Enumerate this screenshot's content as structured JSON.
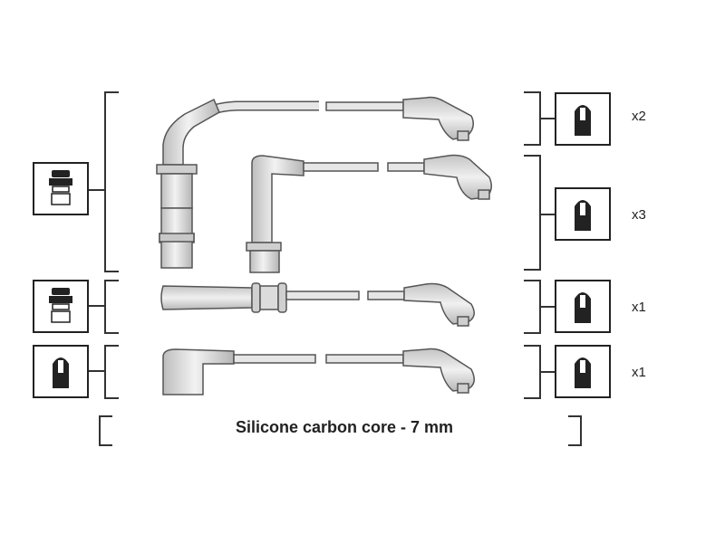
{
  "caption": "Silicone carbon core - 7 mm",
  "rows": [
    {
      "quantity": "x2",
      "terminal_icon": "boot-terminal-icon"
    },
    {
      "quantity": "x3",
      "terminal_icon": "boot-terminal-icon"
    },
    {
      "quantity": "x1",
      "terminal_icon": "boot-terminal-icon"
    },
    {
      "quantity": "x1",
      "terminal_icon": "boot-terminal-icon"
    }
  ],
  "left_icons": [
    "coil-terminal-icon",
    "coil-terminal-icon",
    "boot-terminal-icon"
  ],
  "colors": {
    "line": "#333333",
    "wire_fill": "#d9d9d9",
    "wire_stroke": "#555555",
    "icon_fill": "#222222"
  }
}
